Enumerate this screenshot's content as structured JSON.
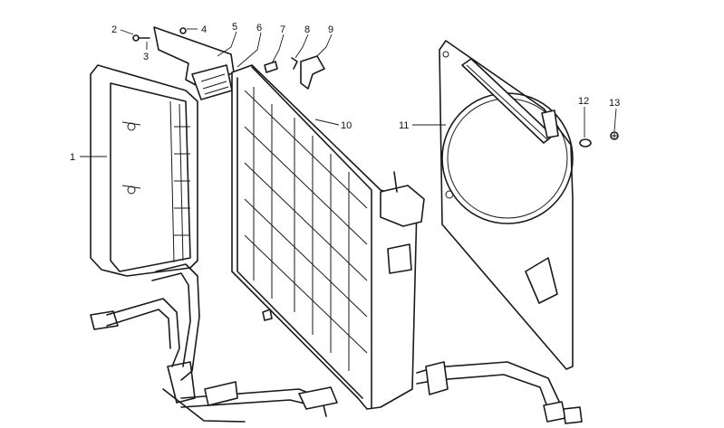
{
  "diagram": {
    "callouts": [
      {
        "id": "1",
        "part": "radiator-shroud-left"
      },
      {
        "id": "2",
        "part": "screw"
      },
      {
        "id": "3",
        "part": "washer"
      },
      {
        "id": "4",
        "part": "nut"
      },
      {
        "id": "5",
        "part": "bracket"
      },
      {
        "id": "6",
        "part": "mounting-bracket"
      },
      {
        "id": "7",
        "part": "bolt"
      },
      {
        "id": "8",
        "part": "clip"
      },
      {
        "id": "9",
        "part": "hose-holder"
      },
      {
        "id": "10",
        "part": "radiator-core"
      },
      {
        "id": "11",
        "part": "fan-shroud"
      },
      {
        "id": "12",
        "part": "washer"
      },
      {
        "id": "13",
        "part": "screw"
      }
    ]
  }
}
